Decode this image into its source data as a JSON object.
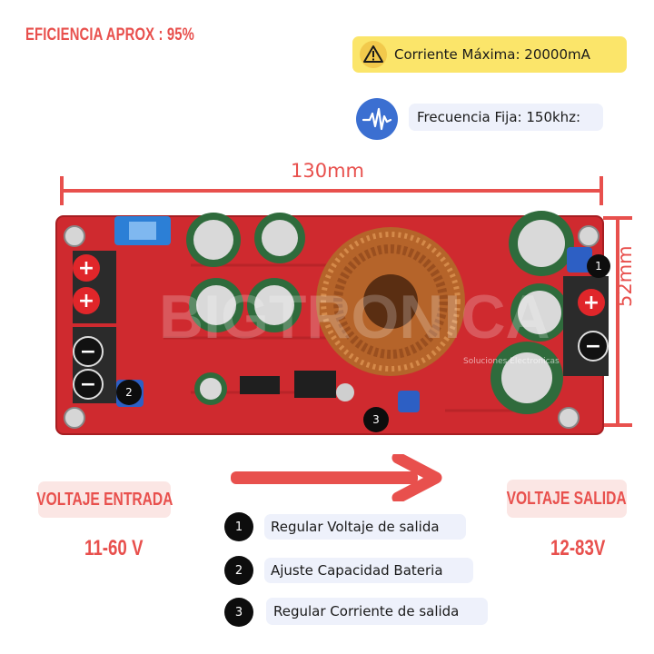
{
  "efficiency": "EFICIENCIA APROX : 95%",
  "max_current": "Corriente Máxima: 20000mA",
  "frequency": "Frecuencia Fija: 150khz:",
  "width_dim": "130mm",
  "height_dim": "52mm",
  "board": {
    "watermark": "BIGTRONICA",
    "watermark_sub": "Soluciones Electronicas",
    "markers": [
      "1",
      "2",
      "3"
    ],
    "polarity": [
      "+",
      "+",
      "−",
      "−"
    ],
    "out_polarity": [
      "+",
      "−"
    ]
  },
  "input": {
    "label": "VOLTAJE ENTRADA",
    "range": "11-60 V"
  },
  "output": {
    "label": "VOLTAJE SALIDA",
    "range": "12-83V"
  },
  "legend": [
    {
      "num": "1",
      "text": "Regular Voltaje de salida"
    },
    {
      "num": "2",
      "text": "Ajuste Capacidad Bateria"
    },
    {
      "num": "3",
      "text": "Regular Corriente de salida"
    }
  ],
  "colors": {
    "accent": "#e8504d",
    "board": "#cf2a2f",
    "warning": "#fbe56a",
    "info": "#3b6fd1"
  },
  "icons": [
    "warning-icon",
    "waveform-icon",
    "arrow-right-icon"
  ]
}
